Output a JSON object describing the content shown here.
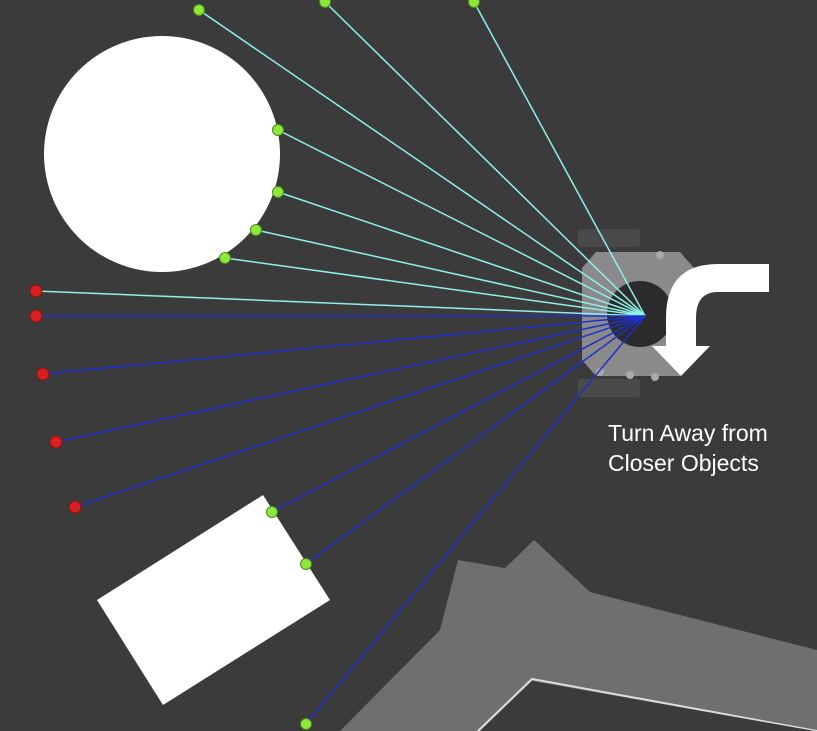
{
  "caption": {
    "line1": "Turn Away from",
    "line2": "Closer Objects"
  },
  "colors": {
    "background": "#3b3b3b",
    "floor_region": "#6f6f6f",
    "obstacle": "#ffffff",
    "ray_far": "#8ff0ea",
    "ray_near": "#1f2fd0",
    "hit_point": "#8ee83a",
    "no_hit_point": "#d82020",
    "arrow": "#ffffff"
  },
  "scene": {
    "obstacles": [
      "circle",
      "rectangle"
    ],
    "robot": "robot-with-lidar",
    "annotation_arrow": "turn-arrow"
  }
}
